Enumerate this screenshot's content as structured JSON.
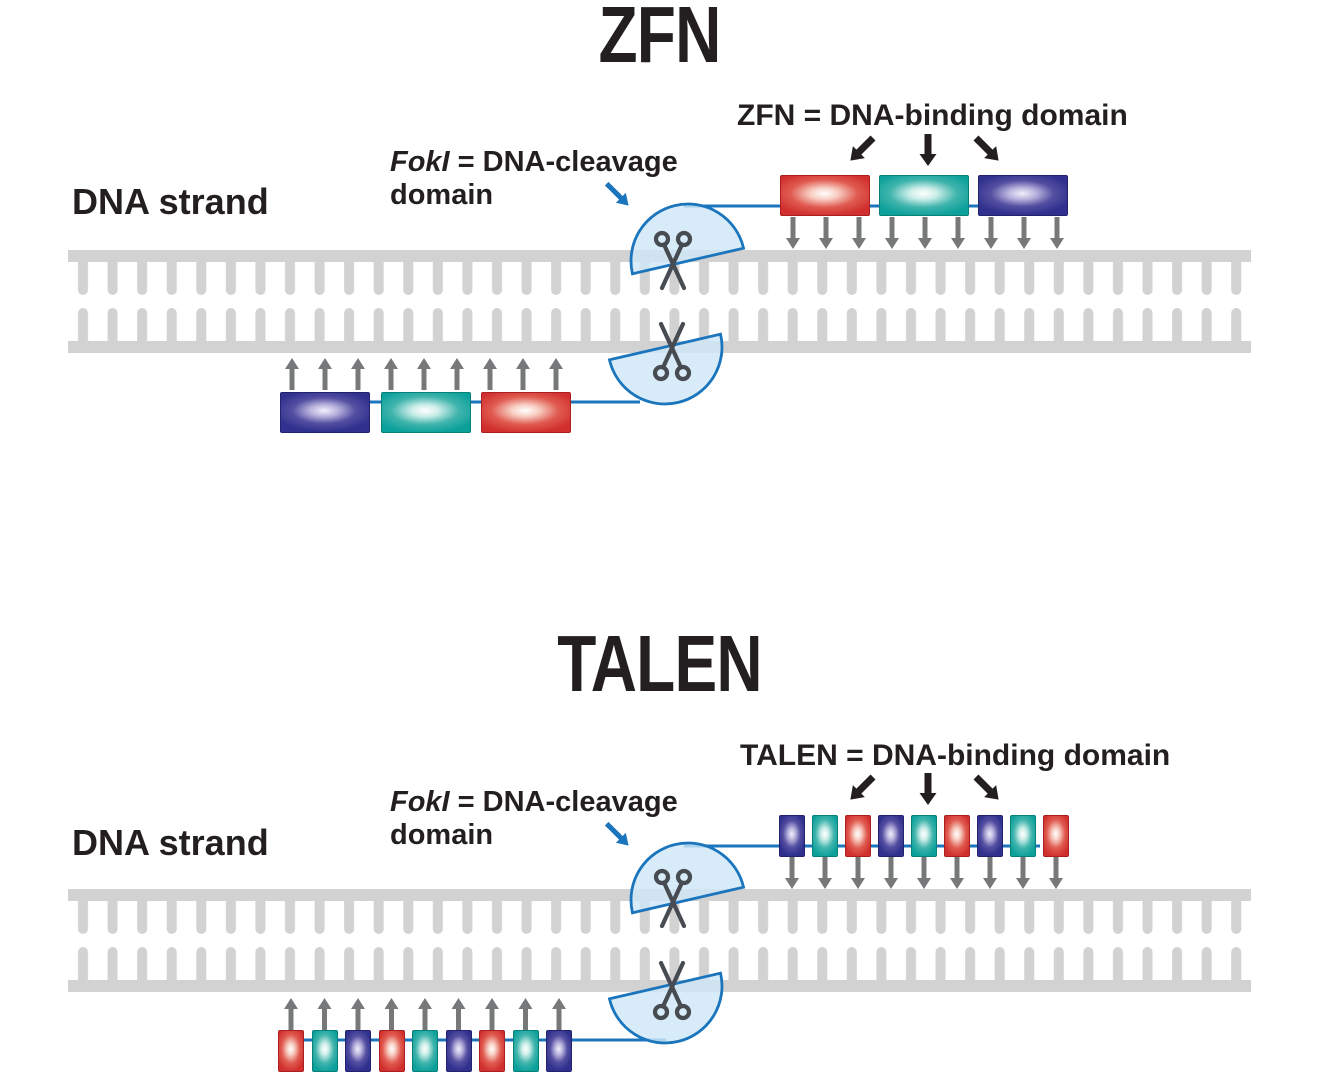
{
  "figure": {
    "zfn": {
      "title": "ZFN",
      "binding_label": "ZFN = DNA-binding domain",
      "cleavage_enzyme": "FokI",
      "cleavage_label_rest": " = DNA-cleavage domain",
      "dna_label": "DNA strand",
      "top_domains": [
        "red",
        "teal",
        "blue"
      ],
      "bottom_domains": [
        "blue",
        "teal",
        "red"
      ]
    },
    "talen": {
      "title": "TALEN",
      "binding_label": "TALEN = DNA-binding domain",
      "cleavage_enzyme": "FokI",
      "cleavage_label_rest": " = DNA-cleavage domain",
      "dna_label": "DNA strand",
      "top_domains": [
        "blue",
        "teal",
        "red",
        "blue",
        "teal",
        "red",
        "blue",
        "teal",
        "red"
      ],
      "bottom_domains": [
        "red",
        "teal",
        "blue",
        "red",
        "teal",
        "blue",
        "red",
        "teal",
        "blue"
      ]
    }
  },
  "palette": {
    "red": "#d02f2d",
    "teal": "#0ca09b",
    "blue": "#30318e",
    "accent_blue": "#1b75bc",
    "dome_fill": "#d0e7f6",
    "dna_gray": "#d2d2d3",
    "arrow_gray": "#77787a",
    "scissors_gray": "#474b52",
    "text": "#231f20"
  }
}
